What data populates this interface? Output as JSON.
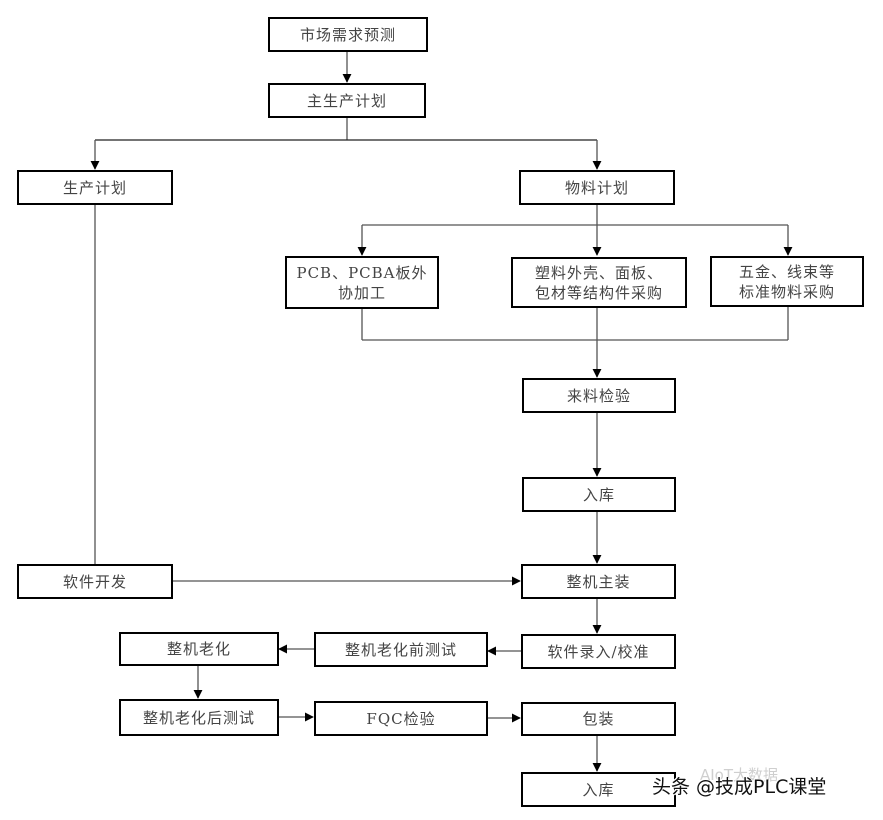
{
  "diagram": {
    "type": "flowchart",
    "nodes": [
      {
        "id": "market_forecast",
        "label": "市场需求预测"
      },
      {
        "id": "master_plan",
        "label": "主生产计划"
      },
      {
        "id": "production_plan",
        "label": "生产计划"
      },
      {
        "id": "material_plan",
        "label": "物料计划"
      },
      {
        "id": "pcb_outsource",
        "label": "PCB、PCBA板外\n协加工"
      },
      {
        "id": "structural_purchase",
        "label": "塑料外壳、面板、\n包材等结构件采购"
      },
      {
        "id": "standard_purchase",
        "label": "五金、线束等\n标准物料采购"
      },
      {
        "id": "incoming_inspection",
        "label": "来料检验"
      },
      {
        "id": "warehousing_1",
        "label": "入库"
      },
      {
        "id": "software_dev",
        "label": "软件开发"
      },
      {
        "id": "assembly",
        "label": "整机主装"
      },
      {
        "id": "software_load",
        "label": "软件录入/校准"
      },
      {
        "id": "pre_aging_test",
        "label": "整机老化前测试"
      },
      {
        "id": "aging",
        "label": "整机老化"
      },
      {
        "id": "post_aging_test",
        "label": "整机老化后测试"
      },
      {
        "id": "fqc",
        "label": "FQC检验"
      },
      {
        "id": "packaging",
        "label": "包装"
      },
      {
        "id": "warehousing_2",
        "label": "入库"
      }
    ],
    "edges": [
      {
        "from": "market_forecast",
        "to": "master_plan"
      },
      {
        "from": "master_plan",
        "to": "production_plan"
      },
      {
        "from": "master_plan",
        "to": "material_plan"
      },
      {
        "from": "material_plan",
        "to": "pcb_outsource"
      },
      {
        "from": "material_plan",
        "to": "structural_purchase"
      },
      {
        "from": "material_plan",
        "to": "standard_purchase"
      },
      {
        "from": "pcb_outsource",
        "to": "incoming_inspection"
      },
      {
        "from": "structural_purchase",
        "to": "incoming_inspection"
      },
      {
        "from": "standard_purchase",
        "to": "incoming_inspection"
      },
      {
        "from": "incoming_inspection",
        "to": "warehousing_1"
      },
      {
        "from": "warehousing_1",
        "to": "assembly"
      },
      {
        "from": "production_plan",
        "to": "software_dev"
      },
      {
        "from": "software_dev",
        "to": "assembly"
      },
      {
        "from": "assembly",
        "to": "software_load"
      },
      {
        "from": "software_load",
        "to": "pre_aging_test"
      },
      {
        "from": "pre_aging_test",
        "to": "aging"
      },
      {
        "from": "aging",
        "to": "post_aging_test"
      },
      {
        "from": "post_aging_test",
        "to": "fqc"
      },
      {
        "from": "fqc",
        "to": "packaging"
      },
      {
        "from": "packaging",
        "to": "warehousing_2"
      }
    ]
  },
  "watermark": {
    "text": "头条 @技成PLC课堂",
    "faint_text": "AIoT大数据"
  }
}
